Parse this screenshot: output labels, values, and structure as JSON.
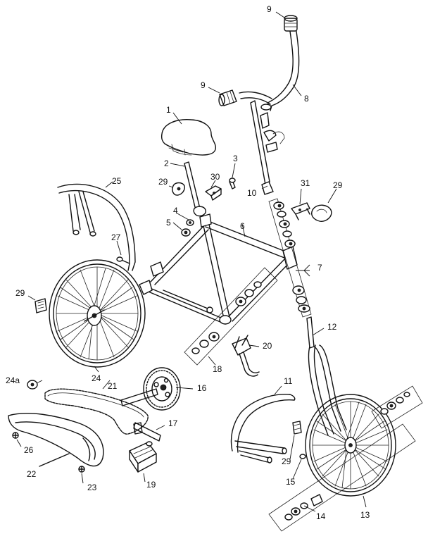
{
  "labels": {
    "p1": "1",
    "p2": "2",
    "p3": "3",
    "p4": "4",
    "p5": "5",
    "p6": "6",
    "p7": "7",
    "p8": "8",
    "p9a": "9",
    "p9b": "9",
    "p10": "10",
    "p11": "11",
    "p12": "12",
    "p13": "13",
    "p14": "14",
    "p15": "15",
    "p16": "16",
    "p17": "17",
    "p18": "18",
    "p19": "19",
    "p20": "20",
    "p21": "21",
    "p22": "22",
    "p23": "23",
    "p24": "24",
    "p24a": "24a",
    "p25": "25",
    "p26": "26",
    "p27": "27",
    "p29a": "29",
    "p29b": "29",
    "p29c": "29",
    "p29d": "29",
    "p30": "30",
    "p31": "31"
  },
  "colors": {
    "line": "#111111",
    "background": "#ffffff"
  }
}
